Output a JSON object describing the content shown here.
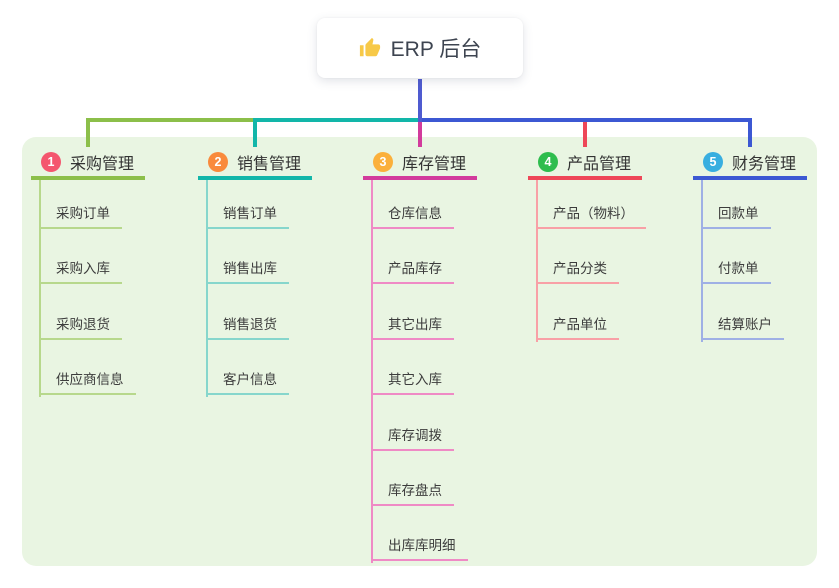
{
  "root": {
    "icon": "thumbs-up-icon",
    "label": "ERP 后台"
  },
  "branches": [
    {
      "badge": "1",
      "label": "采购管理",
      "badge_color": "#f4566e",
      "line_color": "#8cbf4a",
      "light_line_color": "#b7d88c",
      "children": [
        "采购订单",
        "采购入库",
        "采购退货",
        "供应商信息"
      ]
    },
    {
      "badge": "2",
      "label": "销售管理",
      "badge_color": "#f98a3c",
      "line_color": "#12b6a9",
      "light_line_color": "#86d6cc",
      "children": [
        "销售订单",
        "销售出库",
        "销售退货",
        "客户信息"
      ]
    },
    {
      "badge": "3",
      "label": "库存管理",
      "badge_color": "#fbb03b",
      "line_color": "#d23b9c",
      "light_line_color": "#ef8ac5",
      "children": [
        "仓库信息",
        "产品库存",
        "其它出库",
        "其它入库",
        "库存调拨",
        "库存盘点",
        "出库库明细"
      ]
    },
    {
      "badge": "4",
      "label": "产品管理",
      "badge_color": "#2ebd4e",
      "line_color": "#ee4758",
      "light_line_color": "#f8a0a6",
      "children": [
        "产品（物料）",
        "产品分类",
        "产品单位"
      ]
    },
    {
      "badge": "5",
      "label": "财务管理",
      "badge_color": "#38aee0",
      "line_color": "#3c58d3",
      "light_line_color": "#9fb0e5",
      "children": [
        "回款单",
        "付款单",
        "结算账户"
      ]
    }
  ],
  "colors": {
    "root_connector": "#4f5bd0",
    "panel_bg": "#e9f5e2",
    "canvas_bg": "#ffffff",
    "icon_color": "#f7c948"
  }
}
